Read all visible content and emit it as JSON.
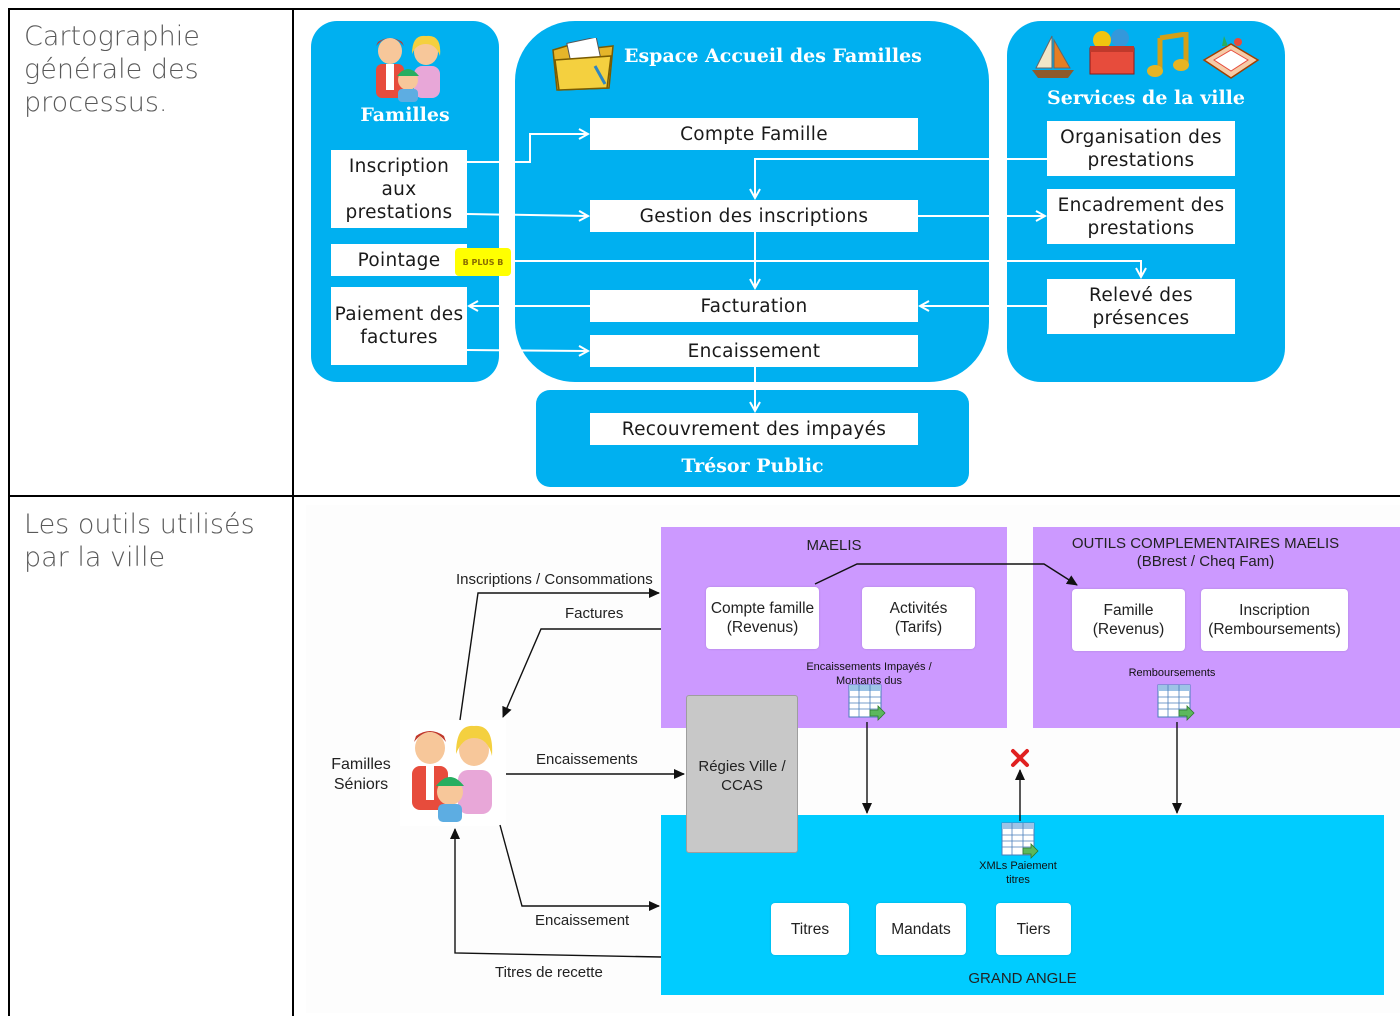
{
  "rows": [
    {
      "label": "Cartographie générale des processus."
    },
    {
      "label": "Les outils utilisés par la ville"
    }
  ],
  "diagram1": {
    "familles_title": "Familles",
    "espace_title": "Espace Accueil des Familles",
    "services_title": "Services de la ville",
    "tresor_title": "Trésor Public",
    "familles_boxes": [
      "Inscription aux prestations",
      "Pointage",
      "Paiement des factures"
    ],
    "espace_boxes": [
      "Compte Famille",
      "Gestion des inscriptions",
      "Facturation",
      "Encaissement"
    ],
    "services_boxes": [
      "Organisation des prestations",
      "Encadrement des prestations",
      "Relevé des présences"
    ],
    "tresor_box": "Recouvrement des impayés",
    "badge": "B PLUS B",
    "colors": {
      "blue": "#00b0f0",
      "badge": "#ffff00"
    }
  },
  "diagram2": {
    "maelis_title": "MAELIS",
    "outils_title": "OUTILS COMPLEMENTAIRES MAELIS",
    "outils_subtitle": "(BBrest / Cheq Fam)",
    "maelis_boxes": [
      "Compte famille (Revenus)",
      "Activités (Tarifs)"
    ],
    "outils_boxes": [
      "Famille (Revenus)",
      "Inscription (Remboursements)"
    ],
    "maelis_export": "Encaissements Impayés / Montants dus",
    "outils_export": "Remboursements",
    "grand_angle_title": "GRAND ANGLE",
    "grand_angle_boxes": [
      "Titres",
      "Mandats",
      "Tiers"
    ],
    "xml_label": "XMLs Paiement titres",
    "regies": "Régies Ville / CCAS",
    "actors": "Familles Séniors",
    "flows": [
      "Inscriptions / Consommations",
      "Factures",
      "Encaissements",
      "Encaissement",
      "Titres de recette"
    ],
    "colors": {
      "maelis": "#cc99ff",
      "grand_angle": "#00ccff",
      "regies": "#c8c8c8"
    }
  }
}
